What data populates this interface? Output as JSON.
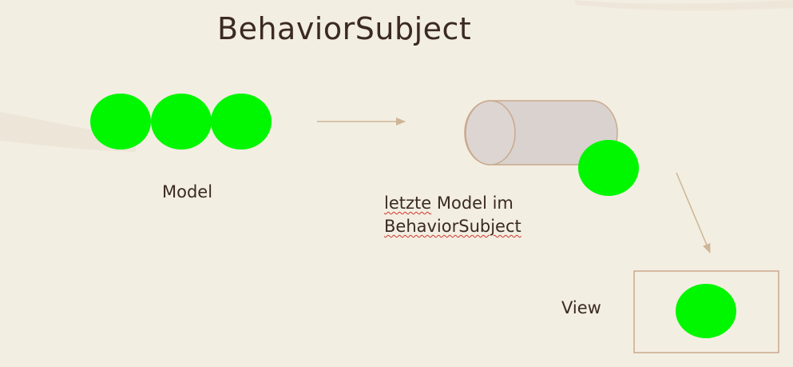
{
  "slide": {
    "title": "BehaviorSubject",
    "model_label": "Model",
    "store_label": {
      "line1_word1": "letzte",
      "line1_rest": " Model im",
      "line2": "BehaviorSubject"
    },
    "view_label": "View"
  },
  "colors": {
    "background": "#f3eee2",
    "model_circle": "#00f700",
    "arrow": "#cdb595",
    "cylinder_fill": "#d9d2cf",
    "cylinder_stroke": "#c9a98d",
    "view_box_border": "#c9a98d",
    "text": "#3b2a20"
  }
}
